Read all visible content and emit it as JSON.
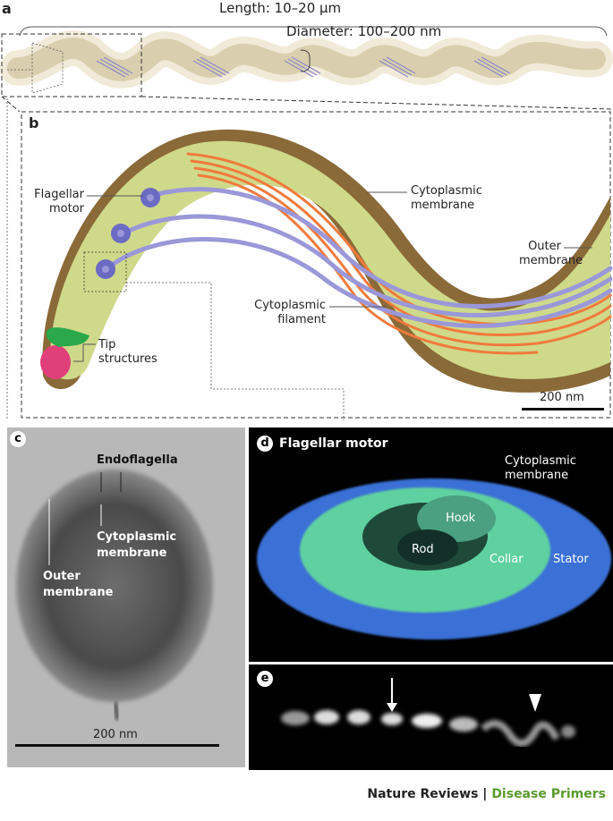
{
  "panel_a": {
    "letter": "a",
    "length_label": "Length: 10–20 µm",
    "diameter_label": "Diameter: 100–200 nm"
  },
  "panel_b": {
    "letter": "b",
    "labels": {
      "flagellar_motor": [
        "Flagellar",
        "motor"
      ],
      "cytoplasmic_membrane": [
        "Cytoplasmic",
        "membrane"
      ],
      "outer_membrane": [
        "Outer",
        "membrane"
      ],
      "cytoplasmic_filament": [
        "Cytoplasmic",
        "filament"
      ],
      "tip_structures": [
        "Tip",
        "structures"
      ]
    },
    "scale_bar": "200 nm"
  },
  "panel_c": {
    "letter": "c",
    "labels": {
      "endoflagella": "Endoflagella",
      "cytoplasmic_membrane": [
        "Cytoplasmic",
        "membrane"
      ],
      "outer_membrane": [
        "Outer",
        "membrane"
      ]
    },
    "scale_bar": "200 nm"
  },
  "panel_d": {
    "letter": "d",
    "title": "Flagellar motor",
    "labels": {
      "cytoplasmic_membrane": [
        "Cytoplasmic",
        "membrane"
      ],
      "hook": "Hook",
      "rod": "Rod",
      "collar": "Collar",
      "stator": "Stator"
    }
  },
  "panel_e": {
    "letter": "e"
  },
  "footer": {
    "journal": "Nature Reviews",
    "separator": " | ",
    "series": "Disease Primers"
  },
  "colors": {
    "cell_body": "#d9cfae",
    "cell_halo": "#f1ead8",
    "flagella": "#8a86c8",
    "filament": "#f07a3c",
    "membrane_brown": "#8a6a38",
    "cytoplasm": "#cfd98a",
    "tip_green": "#2aa84a",
    "tip_pink": "#e0407a",
    "motor_blue": "#3a6fd6",
    "motor_green": "#5fd0a0",
    "footer_green": "#5a9a2e"
  }
}
